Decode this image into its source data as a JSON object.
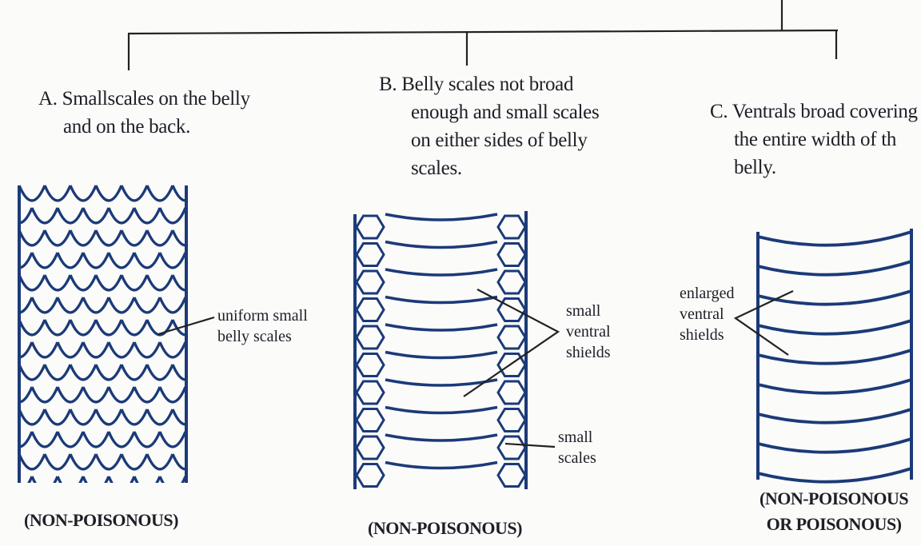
{
  "panels": [
    {
      "letter": "A.",
      "description_lines": [
        "Smallscales on the belly",
        "and on the back."
      ],
      "labels": [
        [
          "uniform small",
          "belly scales"
        ]
      ],
      "verdict_lines": [
        "(NON-POISONOUS)"
      ]
    },
    {
      "letter": "B.",
      "description_lines": [
        "Belly scales not broad",
        "enough and small scales",
        "on either sides of belly",
        "scales."
      ],
      "labels": [
        [
          "small",
          "ventral",
          "shields"
        ],
        [
          "small",
          "scales"
        ]
      ],
      "verdict_lines": [
        "(NON-POISONOUS)"
      ]
    },
    {
      "letter": "C.",
      "description_lines": [
        "Ventrals broad covering",
        "the entire width of th",
        "belly."
      ],
      "labels": [
        [
          "enlarged",
          "ventral",
          "shields"
        ]
      ],
      "verdict_lines": [
        "(NON-POISONOUS",
        "OR POISONOUS)"
      ]
    }
  ],
  "colors": {
    "scale_ink": "#1b3a78",
    "line_ink": "#222222",
    "text": "#1e1e26"
  }
}
